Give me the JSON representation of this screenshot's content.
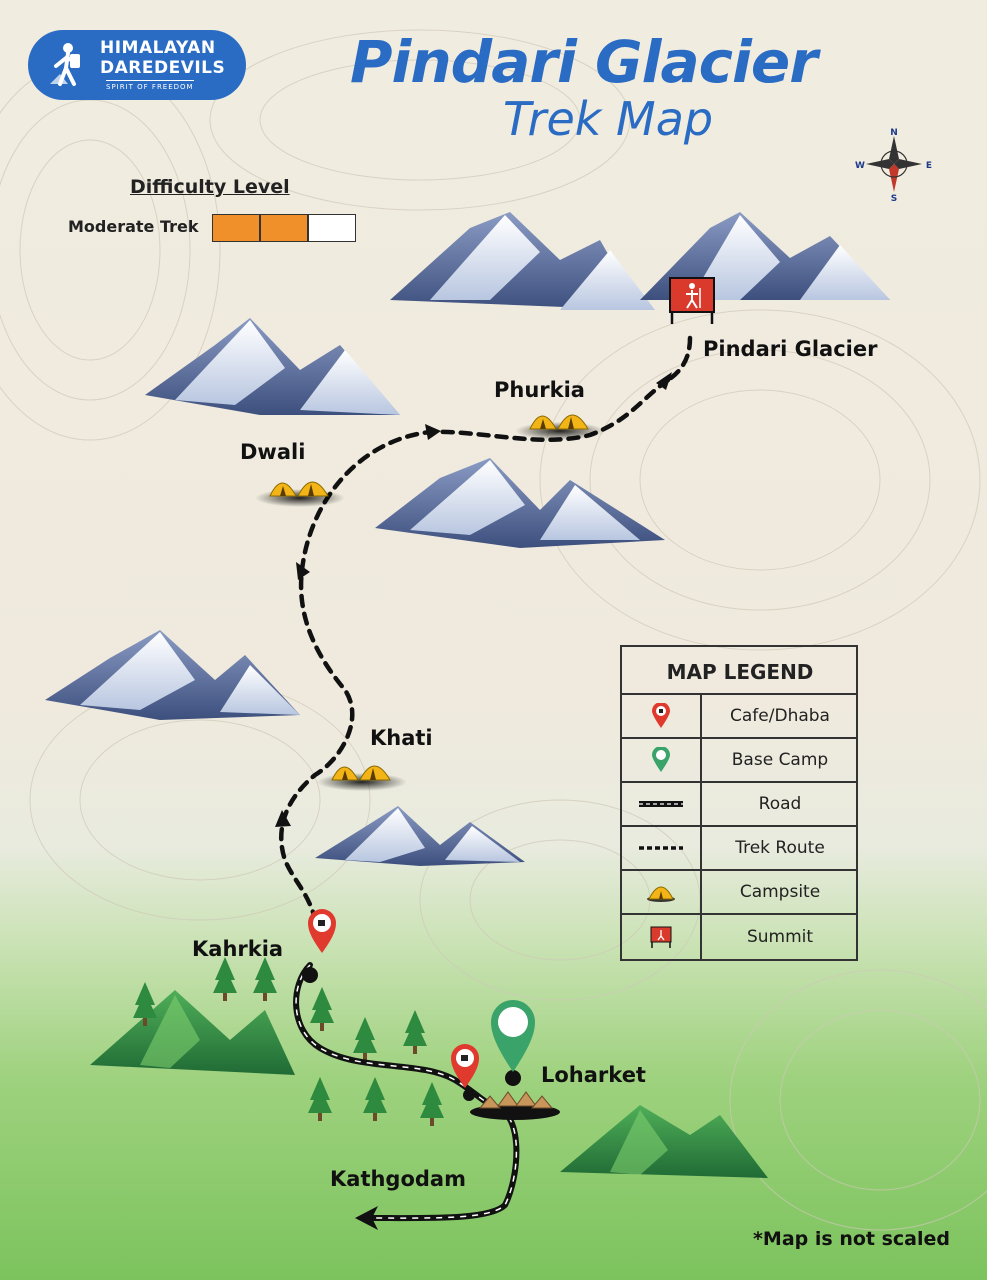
{
  "brand": {
    "name_line1": "HIMALAYAN",
    "name_line2": "DAREDEVILS",
    "tagline": "SPIRIT OF FREEDOM"
  },
  "title": {
    "line1": "Pindari Glacier",
    "line2": "Trek Map"
  },
  "compass": {
    "n": "N",
    "s": "S",
    "e": "E",
    "w": "W"
  },
  "difficulty": {
    "heading": "Difficulty Level",
    "label": "Moderate Trek",
    "filled": 2,
    "total": 3,
    "fill_color": "#f0902a"
  },
  "places": {
    "pindari_glacier": "Pindari Glacier",
    "phurkia": "Phurkia",
    "dwali": "Dwali",
    "khati": "Khati",
    "kahrkia": "Kahrkia",
    "loharket": "Loharket",
    "kathgodam": "Kathgodam"
  },
  "legend": {
    "title": "MAP LEGEND",
    "items": [
      {
        "icon": "cafe-pin-icon",
        "label": "Cafe/Dhaba"
      },
      {
        "icon": "base-camp-pin-icon",
        "label": "Base Camp"
      },
      {
        "icon": "road-icon",
        "label": "Road"
      },
      {
        "icon": "trek-route-icon",
        "label": "Trek Route"
      },
      {
        "icon": "campsite-tent-icon",
        "label": "Campsite"
      },
      {
        "icon": "summit-flag-icon",
        "label": "Summit"
      }
    ]
  },
  "note": "*Map is not scaled",
  "colors": {
    "brand_blue": "#2a6cc4",
    "pin_red": "#e03a2f",
    "pin_green": "#3aa36a",
    "tent_yellow": "#f2b416",
    "summit_red": "#d93a2c"
  }
}
